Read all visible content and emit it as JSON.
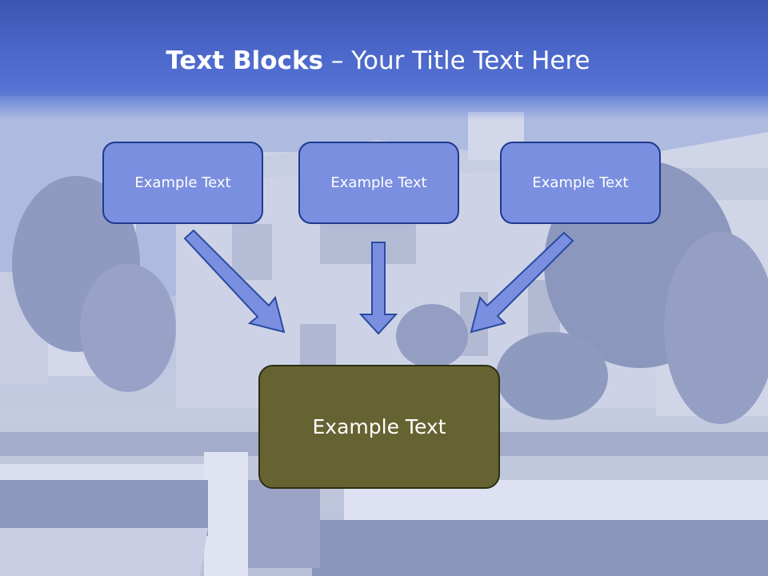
{
  "slide": {
    "title_bold": "Text Blocks",
    "title_rest": " – Your Title Text Here",
    "blocks": [
      {
        "label": "Example Text"
      },
      {
        "label": "Example Text"
      },
      {
        "label": "Example Text"
      }
    ],
    "main_block": {
      "label": "Example Text"
    }
  },
  "colors": {
    "header_blue": "#4a66c8",
    "block_fill": "#7b8fe0",
    "block_border": "#1f3a8c",
    "main_fill": "#666332",
    "arrow_fill": "#7b8fe0"
  },
  "icons": [
    "arrow-down-right-icon",
    "arrow-down-icon",
    "arrow-down-left-icon"
  ]
}
